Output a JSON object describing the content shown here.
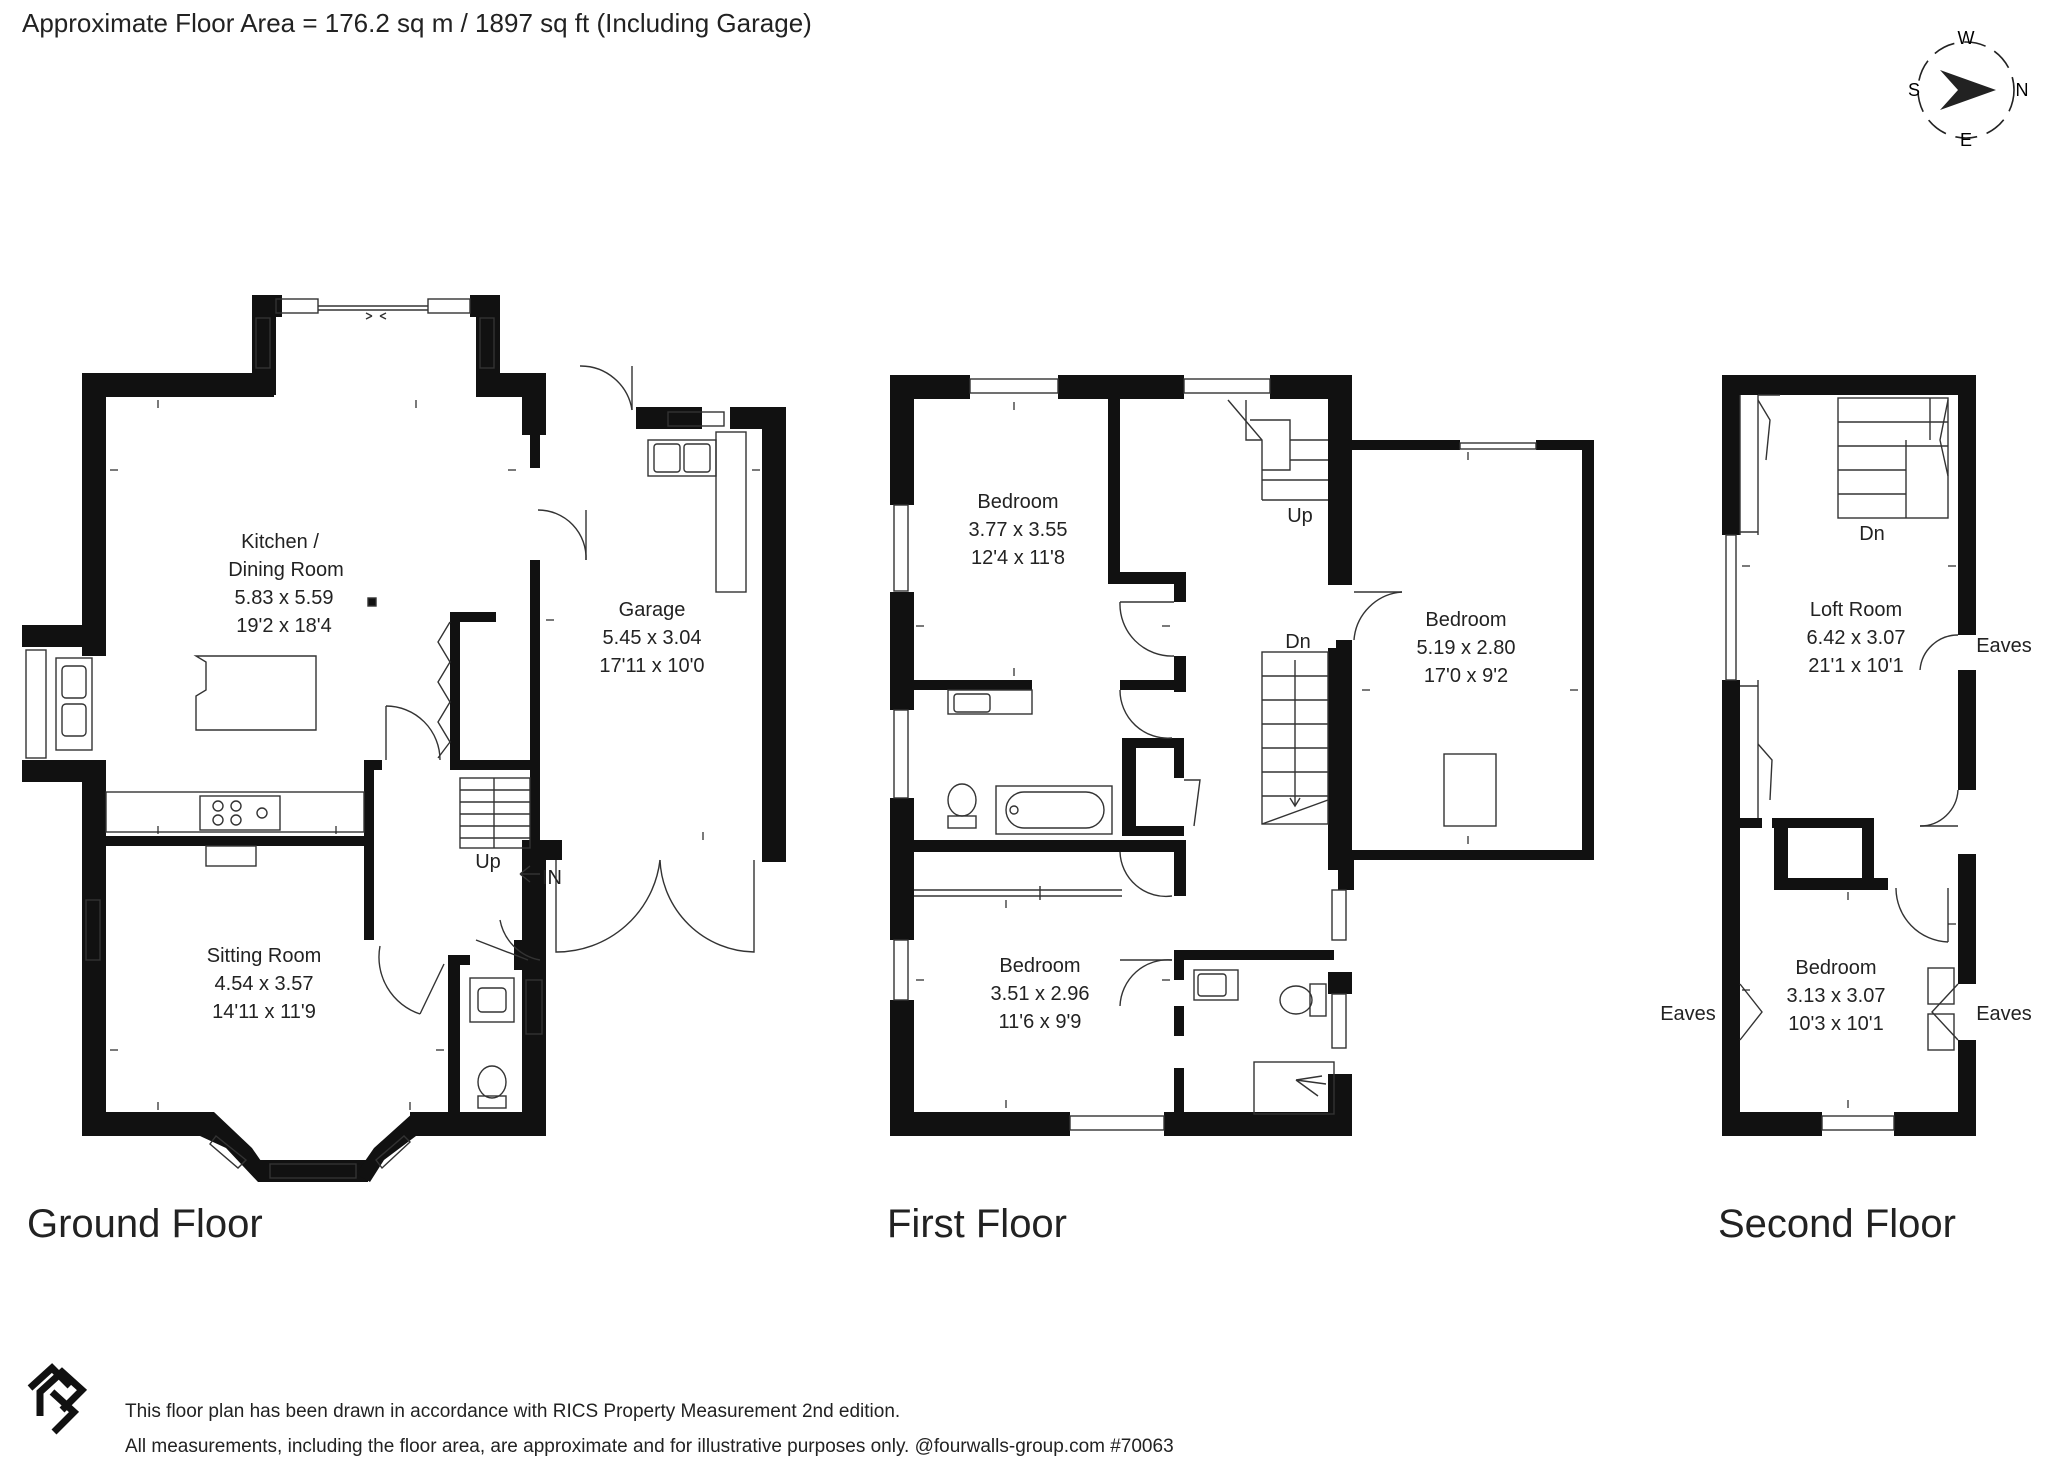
{
  "header": {
    "area_text": "Approximate Floor Area = 176.2 sq m / 1897 sq ft (Including Garage)"
  },
  "compass": {
    "n": "N",
    "s": "S",
    "e": "E",
    "w": "W"
  },
  "floors": {
    "ground": {
      "title": "Ground Floor",
      "rooms": {
        "kitchen": {
          "name1": "Kitchen /",
          "name2": "Dining Room",
          "metric": "5.83 x 5.59",
          "imperial": "19'2 x 18'4"
        },
        "garage": {
          "name": "Garage",
          "metric": "5.45 x 3.04",
          "imperial": "17'11 x 10'0"
        },
        "sitting": {
          "name": "Sitting Room",
          "metric": "4.54 x 3.57",
          "imperial": "14'11 x 11'9"
        }
      },
      "labels": {
        "up": "Up",
        "in": "IN"
      }
    },
    "first": {
      "title": "First Floor",
      "rooms": {
        "bed1": {
          "name": "Bedroom",
          "metric": "3.77 x 3.55",
          "imperial": "12'4 x 11'8"
        },
        "bed2": {
          "name": "Bedroom",
          "metric": "5.19 x 2.80",
          "imperial": "17'0 x 9'2"
        },
        "bed3": {
          "name": "Bedroom",
          "metric": "3.51 x 2.96",
          "imperial": "11'6 x 9'9"
        }
      },
      "labels": {
        "up": "Up",
        "dn": "Dn"
      }
    },
    "second": {
      "title": "Second Floor",
      "rooms": {
        "loft": {
          "name": "Loft Room",
          "metric": "6.42 x 3.07",
          "imperial": "21'1 x 10'1"
        },
        "bed": {
          "name": "Bedroom",
          "metric": "3.13 x 3.07",
          "imperial": "10'3 x 10'1"
        }
      },
      "labels": {
        "dn": "Dn",
        "eaves_right_top": "Eaves",
        "eaves_left": "Eaves",
        "eaves_right_bottom": "Eaves"
      }
    }
  },
  "footer": {
    "line1": "This floor plan has been drawn in accordance with RICS Property Measurement 2nd edition.",
    "line2": "All measurements, including the floor area, are approximate and for illustrative purposes only. @fourwalls-group.com #70063"
  },
  "logo": {
    "name": "fourwalls-logo-icon"
  }
}
